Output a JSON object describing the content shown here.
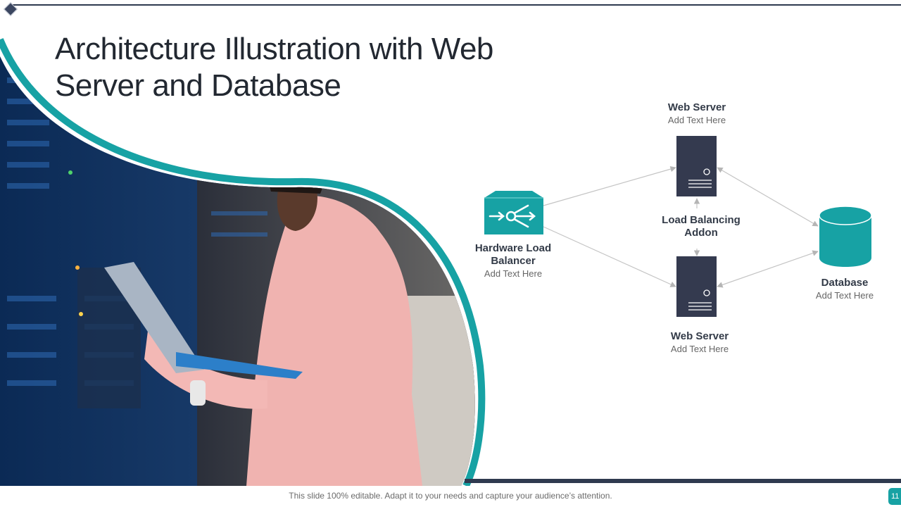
{
  "slide": {
    "title": "Architecture Illustration with Web Server and Database",
    "footer": "This slide 100% editable. Adapt it to your needs and capture your audience’s attention.",
    "page_number": "11"
  },
  "colors": {
    "accent": "#17a2a4",
    "dark": "#2f3a4f",
    "server": "#343a4f",
    "text": "#333b48"
  },
  "diagram": {
    "load_balancer": {
      "label": "Hardware Load Balancer",
      "sub": "Add Text Here",
      "icon": "load-balancer-icon"
    },
    "web_server_top": {
      "label": "Web Server",
      "sub": "Add Text Here",
      "icon": "server-icon"
    },
    "addon": {
      "label": "Load Balancing Addon"
    },
    "web_server_bottom": {
      "label": "Web Server",
      "sub": "Add Text Here",
      "icon": "server-icon"
    },
    "database": {
      "label": "Database",
      "sub": "Add Text Here",
      "icon": "database-icon"
    }
  }
}
